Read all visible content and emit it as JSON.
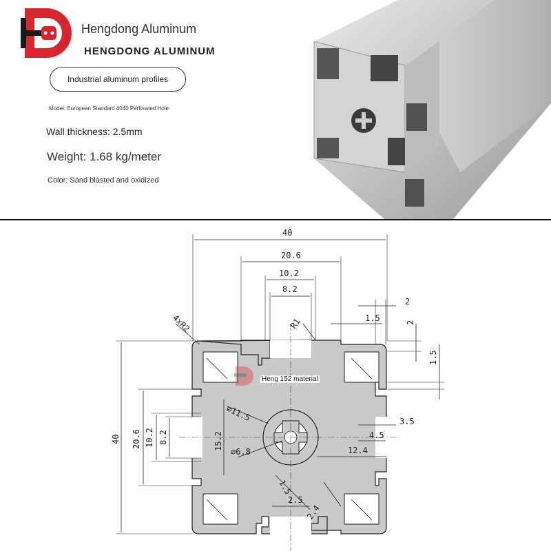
{
  "header": {
    "brand_name": "Hengdong Aluminum",
    "brand_name_caps": "HENGDONG ALUMINUM",
    "category_pill": "Industrial aluminum profiles",
    "model": "Model: European Standard 4040 Perforated Hole",
    "wall_thickness": "Wall thickness: 2.5mm",
    "weight": "Weight: 1.68 kg/meter",
    "color": "Color: Sand blasted and oxidized"
  },
  "colors": {
    "logo_red": "#d7262e",
    "logo_black": "#1a1a1a",
    "profile_gray": "#c9c9c9",
    "line": "#222222"
  },
  "drawing": {
    "dim_40_top": "40",
    "dim_20_6_top": "20.6",
    "dim_10_2_top": "10.2",
    "dim_8_2_top": "8.2",
    "dim_2_right_top": "2",
    "dim_1_5_right_top": "1.5",
    "dim_2_right_v": "2",
    "dim_1_5_right_v": "1.5",
    "dim_corner_radius": "4xR2",
    "dim_r1": "R1",
    "dim_40_left": "40",
    "dim_20_6_left": "20.6",
    "dim_10_2_left": "10.2",
    "dim_8_2_left": "8.2",
    "dim_15_2": "15.2",
    "dim_dia_11_5": "⌀11.5",
    "dim_dia_6_8": "⌀6.8",
    "dim_3_5": "3.5",
    "dim_4_5": "4.5",
    "dim_12_4": "12.4",
    "dim_1_5_center": "1.5",
    "dim_2_5": "2.5",
    "dim_2_4": "2.4",
    "watermark": "Heng 152 material"
  }
}
